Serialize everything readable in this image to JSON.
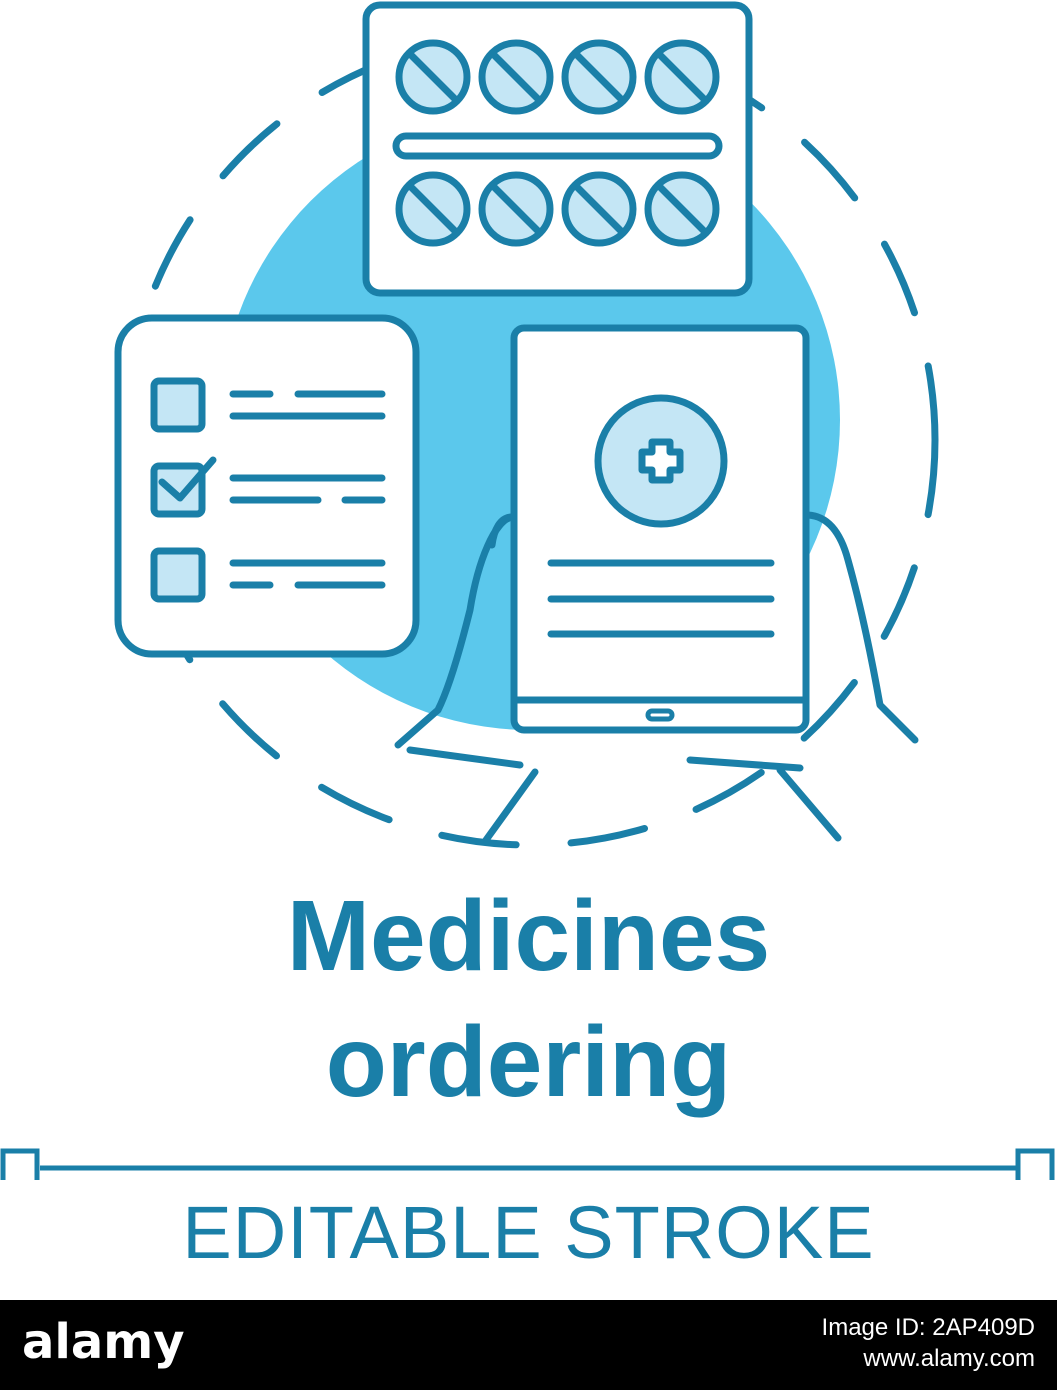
{
  "title": {
    "line1": "Medicines",
    "line2": "ordering"
  },
  "caption": "EDITABLE STROKE",
  "footer": {
    "brand": "alamy",
    "image_id": "Image ID: 2AP409D",
    "url": "www.alamy.com"
  },
  "icons": {
    "blister": "pill-blister-pack-icon",
    "checklist": "checklist-icon",
    "tablet": "tablet-in-hands-icon",
    "medical": "medical-cross-icon"
  },
  "colors": {
    "stroke": "#1a7fa8",
    "accent_circle": "#5bc8ec",
    "light_fill": "#c4e6f5",
    "background": "#ffffff",
    "footer": "#000000"
  }
}
